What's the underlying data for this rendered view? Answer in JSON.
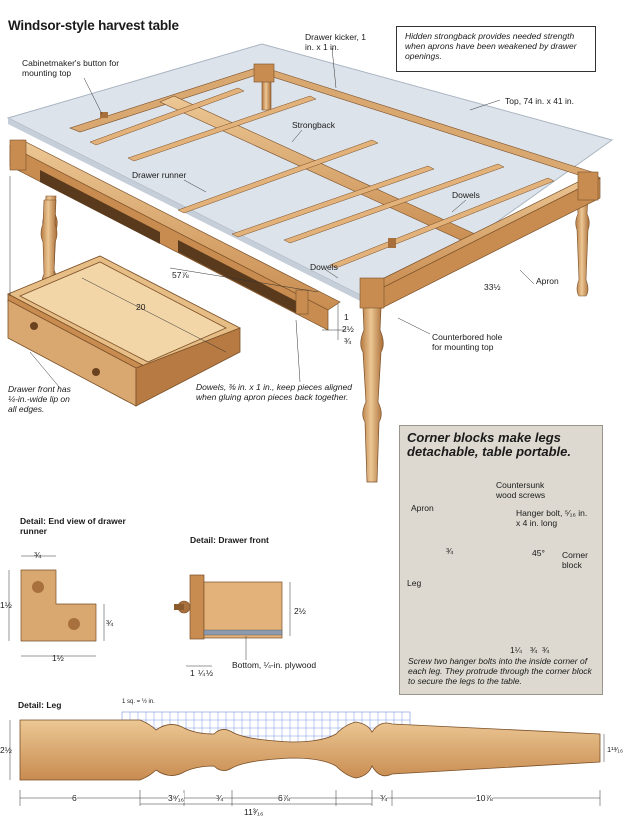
{
  "title": "Windsor-style harvest table",
  "note": "Hidden strongback provides needed strength when aprons have been weakened by drawer openings.",
  "labels": {
    "drawer_kicker": "Drawer kicker, 1 in. x 1 in.",
    "cabinetmaker_button": "Cabinetmaker's button for mounting top",
    "top": "Top, 74 in. x 41 in.",
    "strongback": "Strongback",
    "drawer_runner": "Drawer runner",
    "dowels_upper": "Dowels",
    "dowels_lower": "Dowels",
    "apron": "Apron",
    "dim_57": "57⅞",
    "dim_20": "20",
    "dim_33": "33½",
    "dim_1": "1",
    "dim_2_5": "2½",
    "dim_0_75": "¾",
    "counterbored": "Counterbored hole for mounting top",
    "drawer_front_lip": "Drawer front has ¼-in.-wide lip on all edges.",
    "dowels_note": "Dowels, ⅜ in. x 1 in., keep pieces aligned when gluing apron pieces back together."
  },
  "corner": {
    "title": "Corner blocks make legs detachable, table portable.",
    "countersunk": "Countersunk wood screws",
    "apron": "Apron",
    "hanger_bolt": "Hanger bolt, ⁵⁄₁₆ in. x 4 in. long",
    "angle": "45°",
    "corner_block": "Corner block",
    "leg": "Leg",
    "dim_frac": "¾",
    "dim_a": "1¼",
    "dim_b": "¾",
    "dim_c": "¾",
    "caption": "Screw two hanger bolts into the inside corner of each leg. They protrude through the corner block to secure the legs to the table."
  },
  "runner_detail": {
    "title": "Detail: End view of drawer runner",
    "dim_top": "¾",
    "dim_left": "1½",
    "dim_right": "¾",
    "dim_bottom": "1½"
  },
  "drawer_front_detail": {
    "title": "Detail: Drawer front",
    "dim_height": "2½",
    "bottom_note": "Bottom, ¼-in. plywood",
    "dim_a": "1",
    "dim_b": "¼",
    "dim_c": "½"
  },
  "leg_detail": {
    "title": "Detail: Leg",
    "grid_note": "1 sq. = ½ in.",
    "dim_left": "2½",
    "dim_right": "1¹³⁄₁₆",
    "seg_1": "6",
    "seg_2": "3⁹⁄₁₆",
    "seg_3": "¾",
    "seg_4": "6⅞",
    "seg_5": "¾",
    "seg_6": "11³⁄₁₆",
    "seg_7": "10⅞"
  },
  "colors": {
    "wood": "#d9a870",
    "wood_dark": "#a8703c",
    "wood_light": "#ecc794",
    "glass": "#dde3ea",
    "grid": "#5c7fd6",
    "panel": "#ddd9d0"
  }
}
